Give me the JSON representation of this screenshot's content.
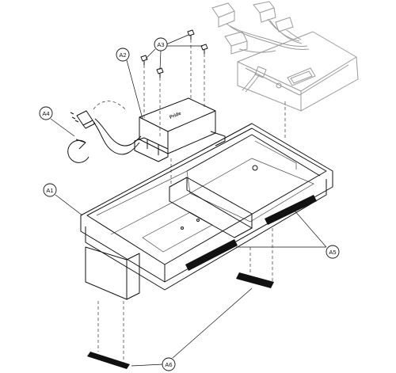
{
  "callouts": {
    "a1": "A1",
    "a2": "A2",
    "a3": "A3",
    "a4": "A4",
    "a5": "A5",
    "a6": "A6"
  },
  "charger_label": "Pride"
}
